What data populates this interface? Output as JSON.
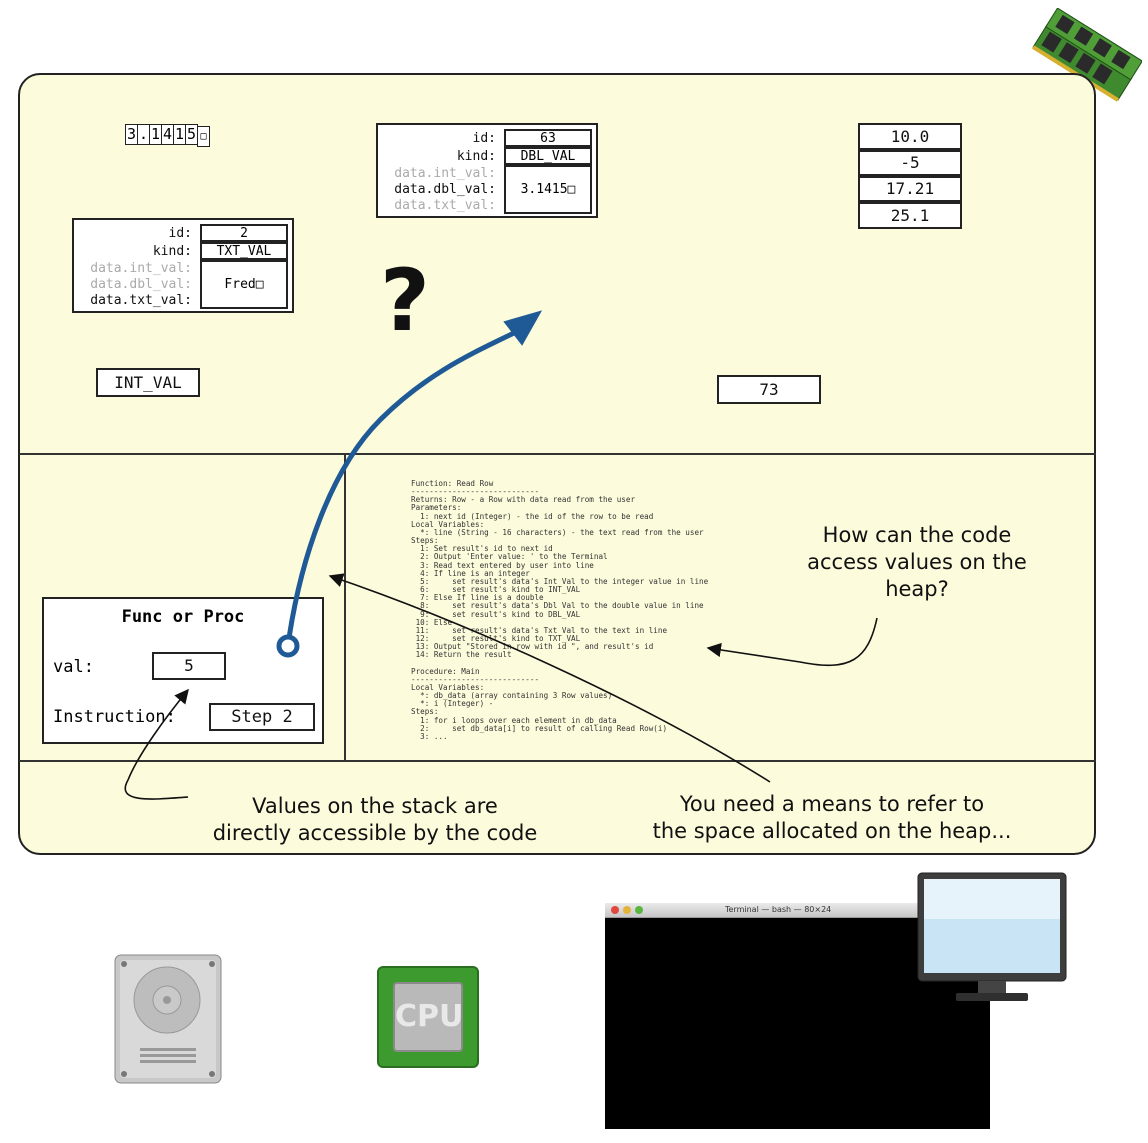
{
  "heap": {
    "pi_digits": [
      "3",
      ".",
      "1",
      "4",
      "1",
      "5",
      "□"
    ],
    "record_a": {
      "labels": [
        "id:",
        "kind:",
        "data.int_val:",
        "data.dbl_val:",
        "data.txt_val:"
      ],
      "id": "63",
      "kind": "DBL_VAL",
      "value": "3.1415□"
    },
    "record_b": {
      "labels": [
        "id:",
        "kind:",
        "data.int_val:",
        "data.dbl_val:",
        "data.txt_val:"
      ],
      "id": "2",
      "kind": "TXT_VAL",
      "value": "Fred□"
    },
    "array_values": [
      "10.0",
      "-5",
      "17.21",
      "25.1"
    ],
    "int_val_label": "INT_VAL",
    "int_73": "73",
    "question_mark": "?"
  },
  "stack_frame": {
    "title": "Func or Proc",
    "val_label": "val:",
    "val_value": "5",
    "instruction_label": "Instruction:",
    "instruction_value": "Step 2"
  },
  "code_lines": [
    "Function: Read Row",
    "----------------------------",
    "Returns: Row - a Row with data read from the user",
    "Parameters:",
    "  1: next id (Integer) - the id of the row to be read",
    "Local Variables:",
    "  *: line (String - 16 characters) - the text read from the user",
    "Steps:",
    "  1: Set result's id to next id",
    "  2: Output 'Enter value: ' to the Terminal",
    "  3: Read text entered by user into line",
    "  4: If line is an integer",
    "  5:     set result's data's Int Val to the integer value in line",
    "  6:     set result's kind to INT_VAL",
    "  7: Else If line is a double",
    "  8:     set result's data's Dbl Val to the double value in line",
    "  9:     set result's kind to DBL_VAL",
    " 10: Else",
    " 11:     set result's data's Txt Val to the text in line",
    " 12:     set result's kind to TXT_VAL",
    " 13: Output \"Stored in row with id \", and result's id",
    " 14: Return the result",
    "",
    "Procedure: Main",
    "----------------------------",
    "Local Variables:",
    "  *: db_data (array containing 3 Row values)",
    "  *: i (Integer) -",
    "Steps:",
    "  1: for i loops over each element in db_data",
    "  2:     set db_data[i] to result of calling Read Row(i)",
    "  3: ..."
  ],
  "notes": {
    "question": "How can the code\naccess values on the\nheap?",
    "stack": "Values on the stack are\ndirectly accessible by the code",
    "heap": "You need a means to refer to\nthe space allocated on the heap..."
  },
  "devices": {
    "terminal_title": "Terminal — bash — 80×24",
    "cpu_label": "CPU"
  },
  "colors": {
    "memory_bg": "#fcfbdc",
    "pointer_arrow": "#1f5a96",
    "ram_green": "#3f8a2e",
    "cpu_green": "#3c9a2e"
  }
}
